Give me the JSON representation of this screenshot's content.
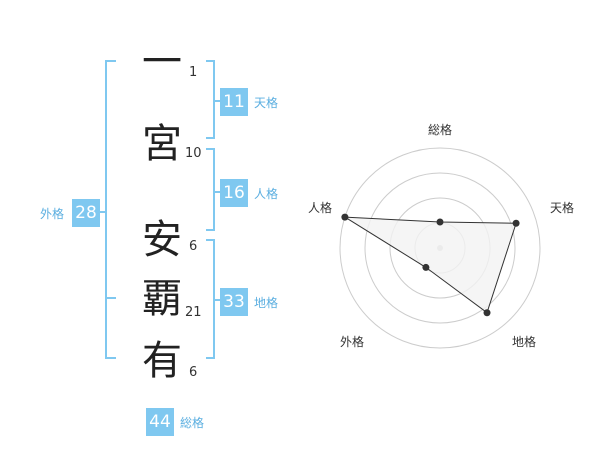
{
  "name": {
    "characters": [
      {
        "char": "一",
        "strokes": "1"
      },
      {
        "char": "宮",
        "strokes": "10"
      },
      {
        "char": "安",
        "strokes": "6"
      },
      {
        "char": "覇",
        "strokes": "21"
      },
      {
        "char": "有",
        "strokes": "6"
      }
    ]
  },
  "kakusu": {
    "tenkaku": {
      "value": "11",
      "label": "天格"
    },
    "jinkaku": {
      "value": "16",
      "label": "人格"
    },
    "chikaku": {
      "value": "33",
      "label": "地格"
    },
    "gaikaku": {
      "value": "28",
      "label": "外格"
    },
    "soukaku": {
      "value": "44",
      "label": "総格"
    }
  },
  "chart_data": {
    "type": "radar",
    "axes": [
      "総格",
      "天格",
      "地格",
      "外格",
      "人格"
    ],
    "values": [
      1.3,
      4.0,
      4.0,
      1.2,
      5.0
    ],
    "range": [
      0,
      5
    ],
    "rings": 4,
    "colors": {
      "fill": "#f2f2f2",
      "stroke": "#333333",
      "grid": "#cccccc",
      "point": "#333333"
    }
  },
  "colors": {
    "accent": "#7fc8f0",
    "bracket": "#7fc8f0"
  }
}
